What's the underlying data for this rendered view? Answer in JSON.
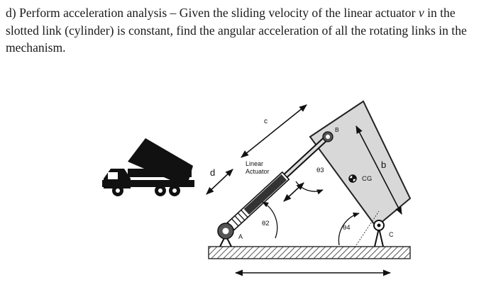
{
  "problem": {
    "part": "d)",
    "lead": "Perform acceleration analysis – Given the sliding velocity of the linear actuator ",
    "var": "v",
    "rest": " in the slotted link (cylinder) is constant, find the angular acceleration of all the rotating links in the mechanism."
  },
  "figure": {
    "labels": {
      "c": "c",
      "d": "d",
      "b": "b",
      "A": "A",
      "B": "B",
      "C": "C",
      "CG": "CG",
      "actuator_line1": "Linear",
      "actuator_line2": "Actuator",
      "theta2": "θ2",
      "theta3": "θ3",
      "theta4": "θ4"
    }
  }
}
